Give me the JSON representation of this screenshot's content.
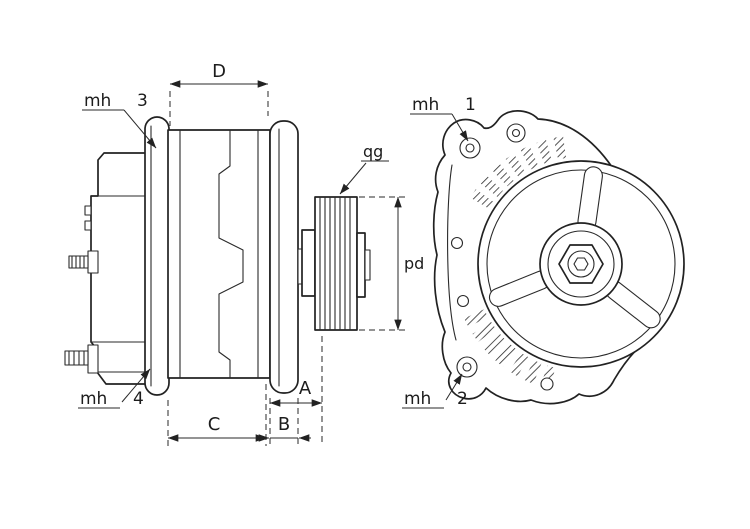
{
  "drawing": {
    "background": "#ffffff",
    "line_color": "#222222",
    "views": {
      "side": "alternator side view",
      "front": "alternator front view"
    },
    "dimensions": {
      "D": "D",
      "A": "A",
      "B": "B",
      "C": "C",
      "pd": "pd",
      "qg": "qg"
    },
    "mount_holes": {
      "prefix": "mh",
      "n1": "1",
      "n2": "2",
      "n3": "3",
      "n4": "4"
    }
  }
}
